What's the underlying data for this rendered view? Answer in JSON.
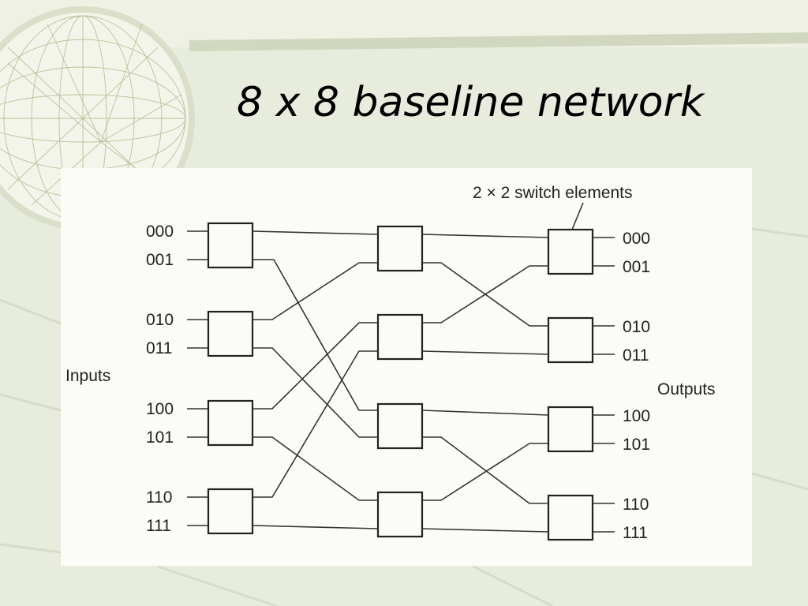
{
  "slide": {
    "title": "8 x 8 baseline network"
  },
  "diagram": {
    "annotation": "2 × 2 switch elements",
    "inputs_label": "Inputs",
    "outputs_label": "Outputs",
    "input_addresses": [
      "000",
      "001",
      "010",
      "011",
      "100",
      "101",
      "110",
      "111"
    ],
    "output_addresses": [
      "000",
      "001",
      "010",
      "011",
      "100",
      "101",
      "110",
      "111"
    ]
  },
  "colors": {
    "background": "#e8ecdc",
    "panel": "#fbfbf8",
    "ink": "#222222"
  }
}
